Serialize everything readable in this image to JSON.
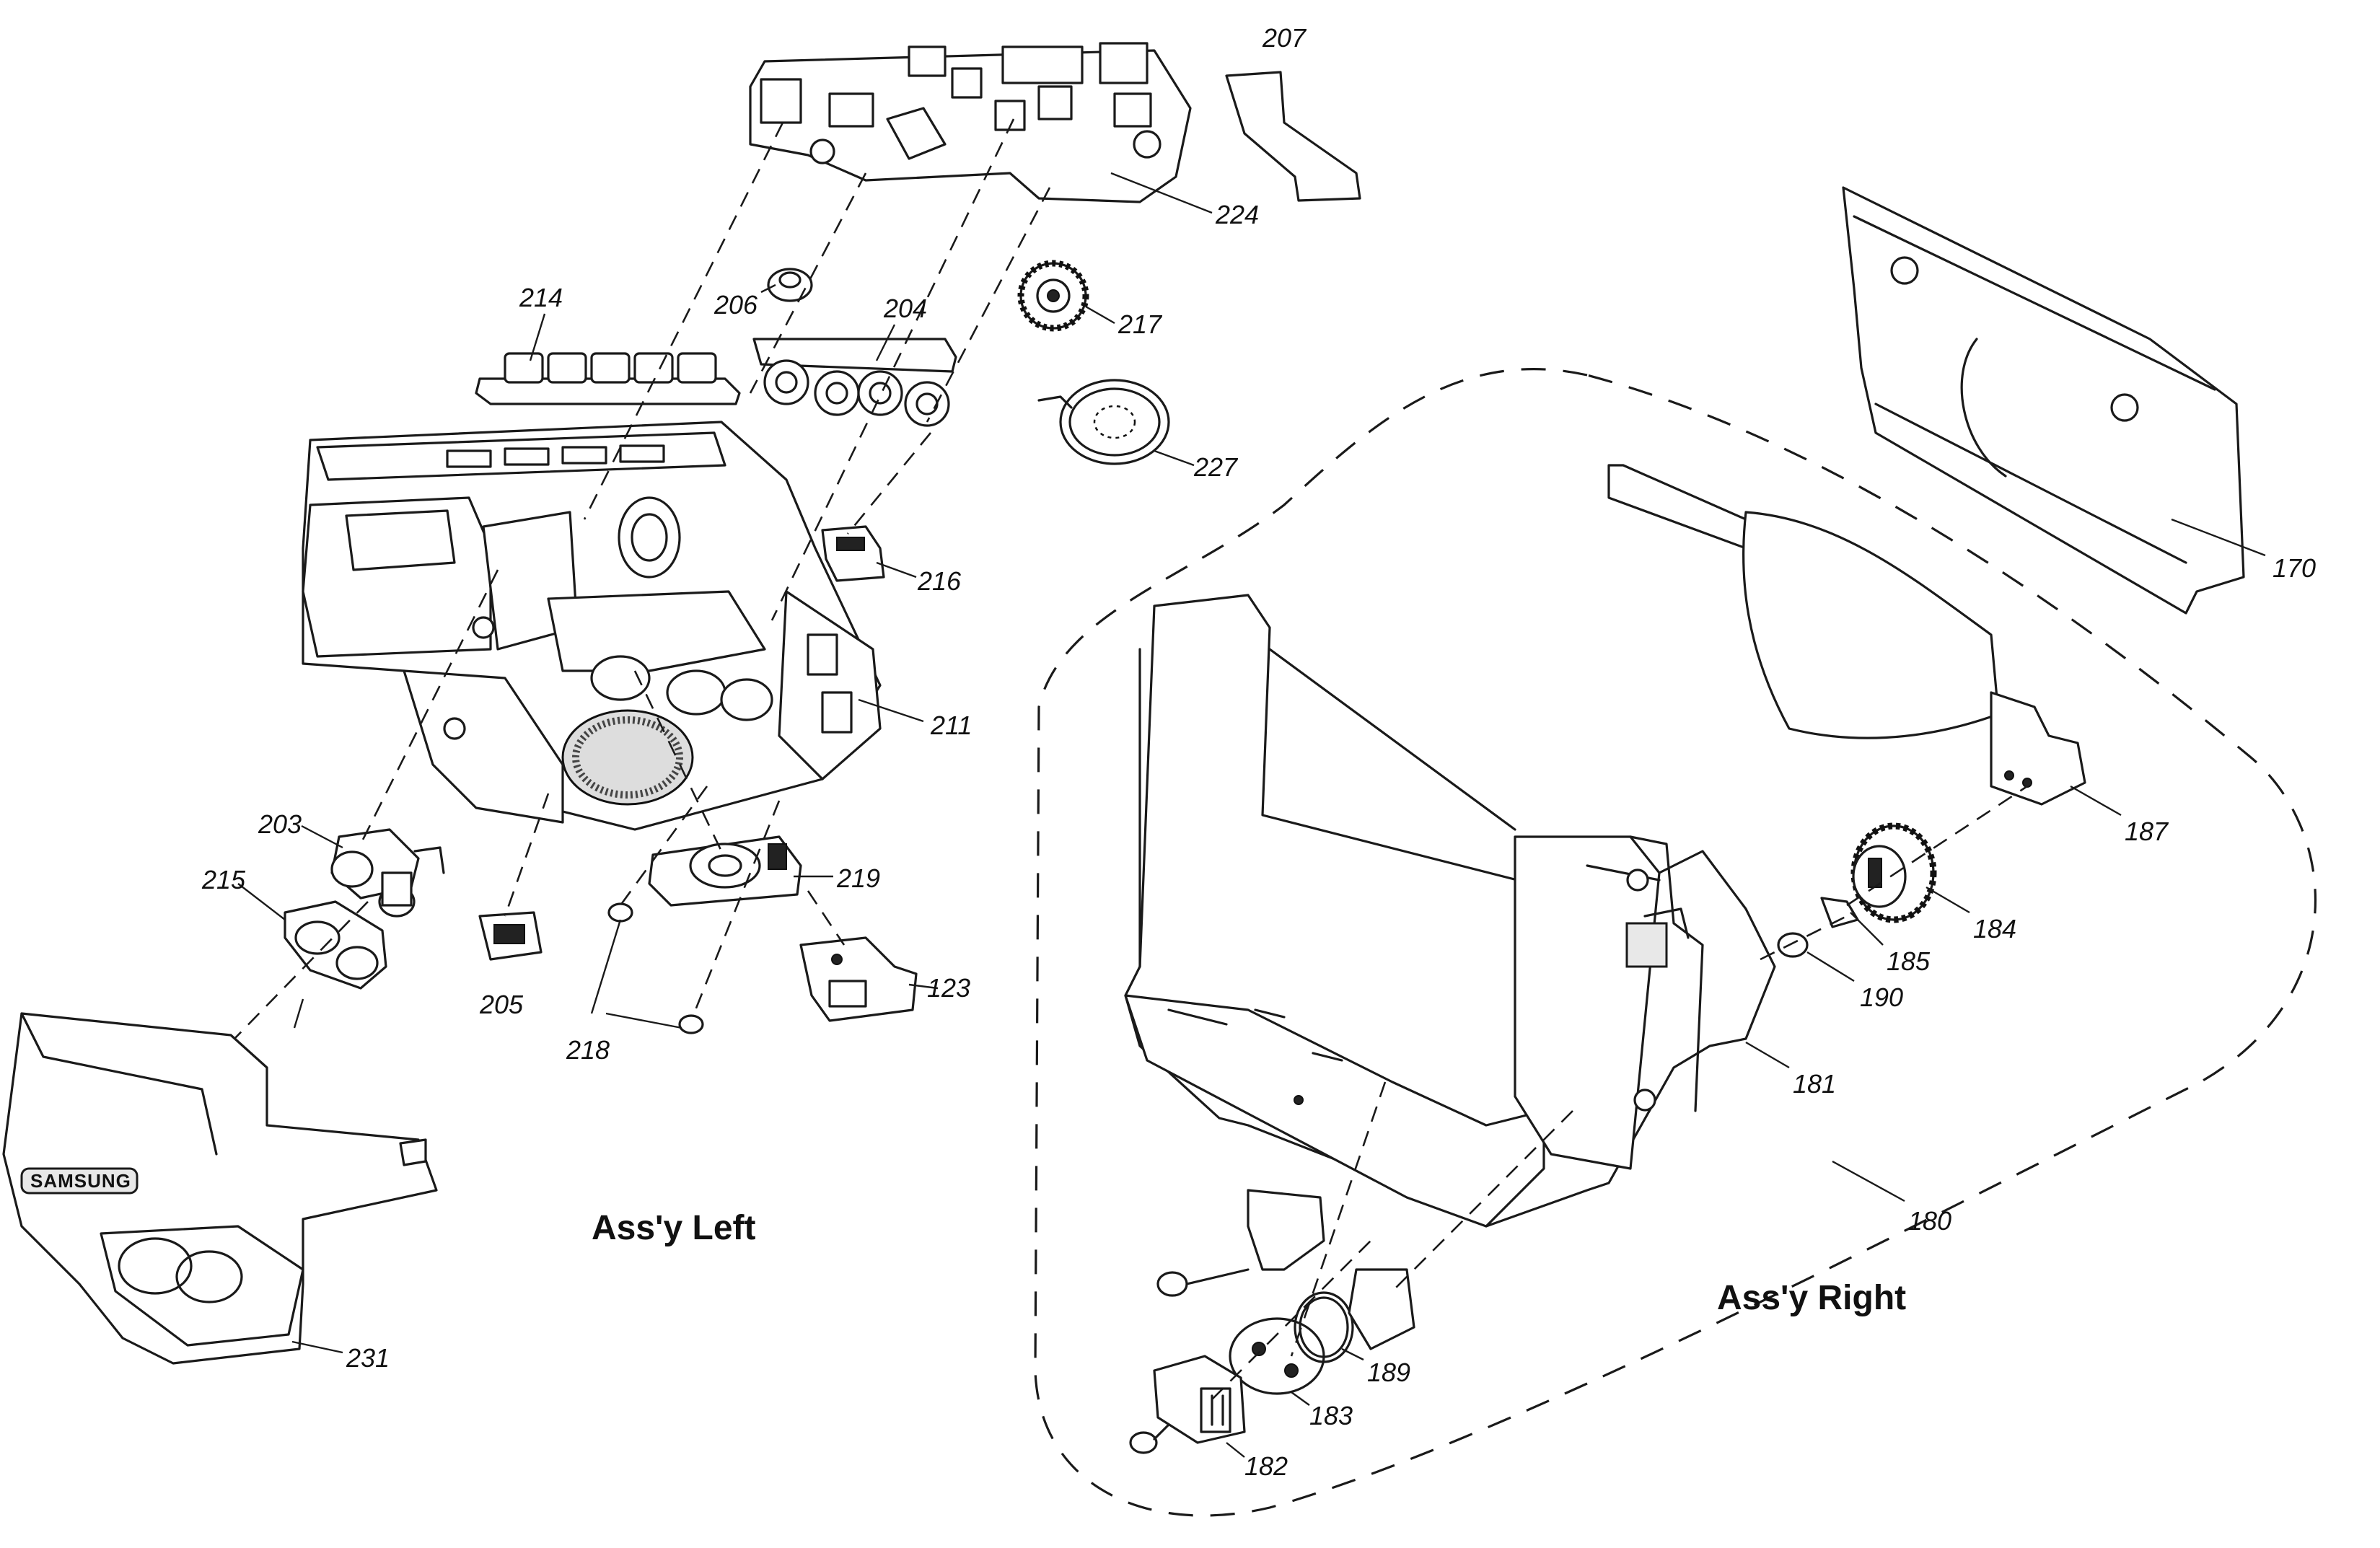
{
  "assembly_labels": {
    "left": "Ass'y Left",
    "right": "Ass'y Right"
  },
  "brand_text": "SAMSUNG",
  "parts": {
    "p207": "207",
    "p224": "224",
    "p206": "206",
    "p204": "204",
    "p214": "214",
    "p217": "217",
    "p227": "227",
    "p216": "216",
    "p211": "211",
    "p203": "203",
    "p215": "215",
    "p205": "205",
    "p218": "218",
    "p219": "219",
    "p123": "123",
    "p231": "231",
    "p170": "170",
    "p187": "187",
    "p184": "184",
    "p185": "185",
    "p190": "190",
    "p181": "181",
    "p180": "180",
    "p189": "189",
    "p183": "183",
    "p182": "182"
  }
}
